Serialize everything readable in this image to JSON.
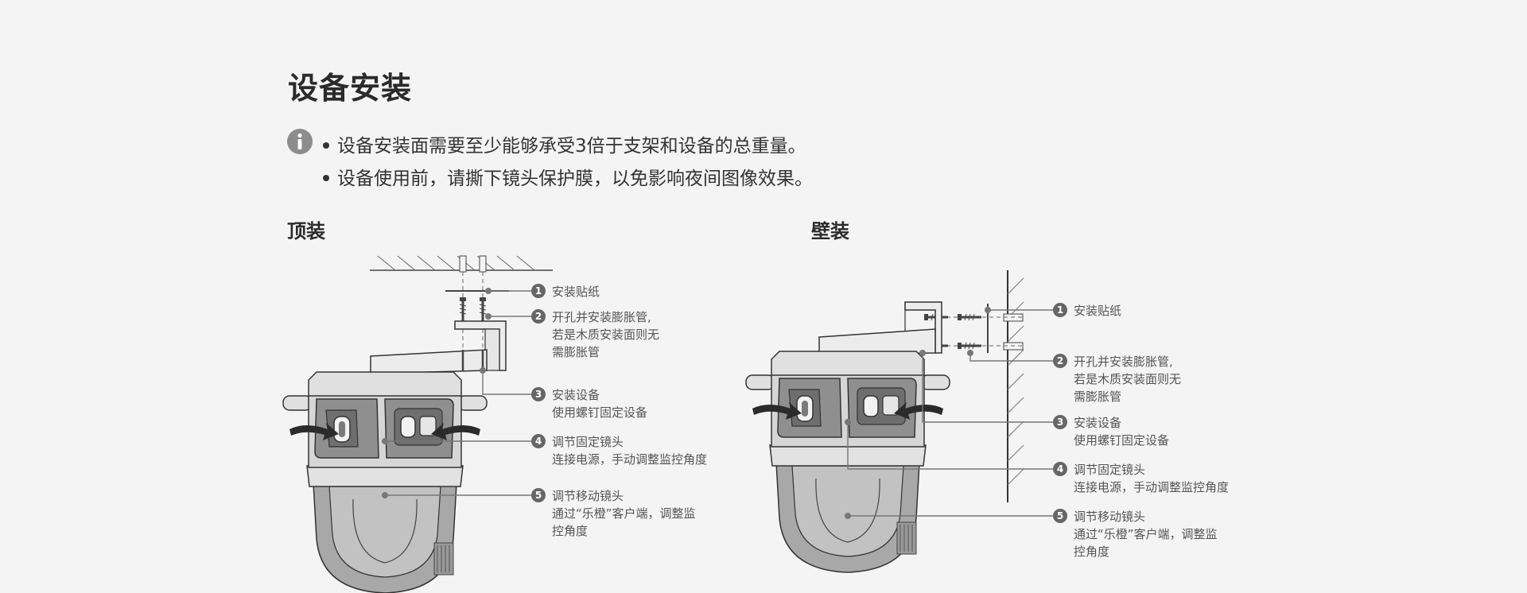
{
  "page_title": "设备安装",
  "notes": [
    "设备安装面需要至少能够承受3倍于支架和设备的总重量。",
    "设备使用前，请撕下镜头保护膜，以免影响夜间图像效果。"
  ],
  "ceiling": {
    "title": "顶装",
    "steps": [
      {
        "num": "1",
        "lines": [
          "安装贴纸"
        ]
      },
      {
        "num": "2",
        "lines": [
          "开孔并安装膨胀管,",
          "若是木质安装面则无",
          "需膨胀管"
        ]
      },
      {
        "num": "3",
        "lines": [
          "安装设备",
          "使用螺钉固定设备"
        ]
      },
      {
        "num": "4",
        "lines": [
          "调节固定镜头",
          "连接电源，手动调整监控角度"
        ]
      },
      {
        "num": "5",
        "lines": [
          "调节移动镜头",
          "通过“乐橙”客户端，调整监",
          "控角度"
        ]
      }
    ]
  },
  "wall": {
    "title": "壁装",
    "steps": [
      {
        "num": "1",
        "lines": [
          "安装贴纸"
        ]
      },
      {
        "num": "2",
        "lines": [
          "开孔并安装膨胀管,",
          "若是木质安装面则无",
          "需膨胀管"
        ]
      },
      {
        "num": "3",
        "lines": [
          "安装设备",
          "使用螺钉固定设备"
        ]
      },
      {
        "num": "4",
        "lines": [
          "调节固定镜头",
          "连接电源，手动调整监控角度"
        ]
      },
      {
        "num": "5",
        "lines": [
          "调节移动镜头",
          "通过“乐橙”客户端，调整监",
          "控角度"
        ]
      }
    ]
  },
  "colors": {
    "callout": "#777777",
    "badge": "#666666",
    "device_body": "#c8c8c8",
    "device_dark": "#a5a5a5"
  }
}
